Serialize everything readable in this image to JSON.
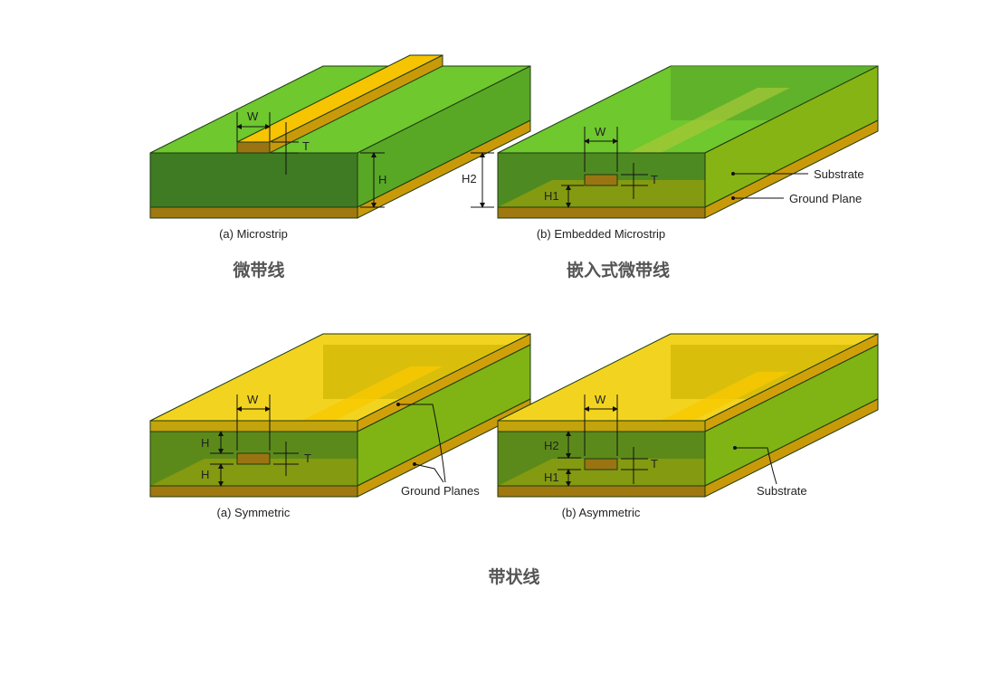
{
  "microstrip": {
    "caption_a": "(a) Microstrip",
    "caption_b": "(b) Embedded Microstrip",
    "title_a": "微带线",
    "title_b": "嵌入式微带线",
    "dims": {
      "w": "W",
      "t": "T",
      "h": "H",
      "h1": "H1",
      "h2": "H2"
    },
    "callouts": {
      "substrate": "Substrate",
      "ground_plane": "Ground Plane"
    }
  },
  "stripline": {
    "caption_a": "(a) Symmetric",
    "caption_b": "(b) Asymmetric",
    "title": "带状线",
    "dims": {
      "w": "W",
      "t": "T",
      "h": "H",
      "h1": "H1",
      "h2": "H2"
    },
    "callouts": {
      "ground_planes": "Ground Planes",
      "substrate": "Substrate"
    }
  },
  "colors": {
    "dielectric_top": "#6ec82e",
    "dielectric_front": "#3e7b22",
    "copper_trace": "#f5c400",
    "ground": "#a07810"
  }
}
